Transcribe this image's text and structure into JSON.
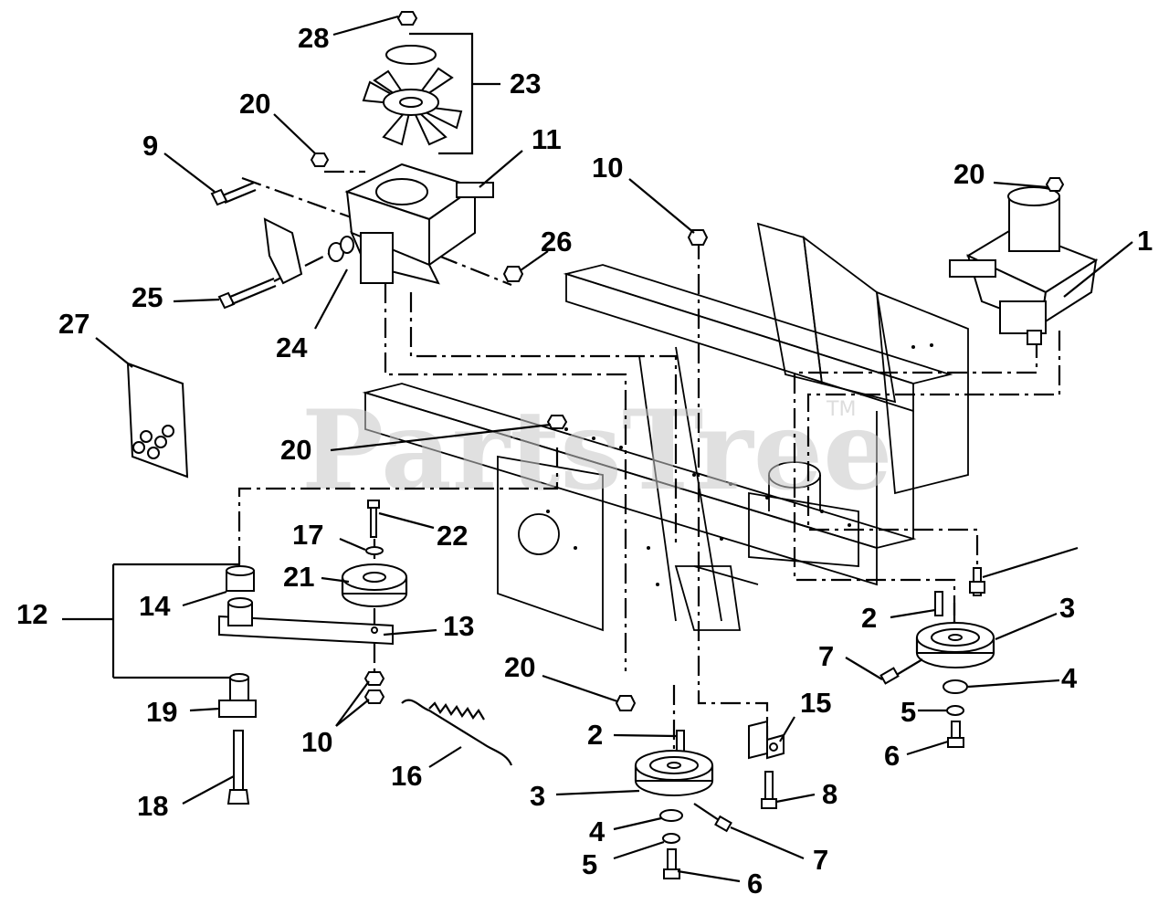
{
  "watermark": {
    "text": "PartsTree",
    "trademark": "TM"
  },
  "labels": [
    "28",
    "23",
    "20",
    "9",
    "11",
    "10",
    "20",
    "26",
    "1",
    "25",
    "24",
    "27",
    "20",
    "17",
    "22",
    "21",
    "12",
    "14",
    "13",
    "2",
    "3",
    "7",
    "4",
    "5",
    "6",
    "20",
    "19",
    "10",
    "15",
    "2",
    "16",
    "18",
    "3",
    "8",
    "4",
    "7",
    "5",
    "6"
  ]
}
